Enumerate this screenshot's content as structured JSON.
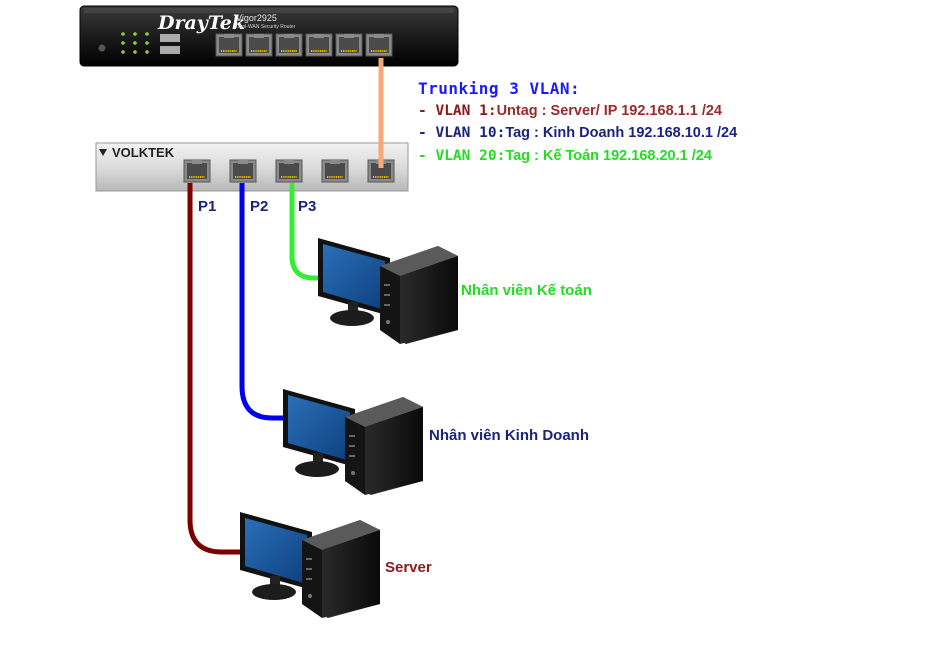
{
  "router": {
    "brand": "DrayTek",
    "model": "Vigor2925",
    "subtitle": "Dual-WAN Security Router"
  },
  "switch": {
    "brand": "VOLKTEK"
  },
  "trunk": {
    "title": "Trunking 3 VLAN:",
    "vlans": [
      {
        "key": "- VLAN 1:",
        "value": "Untag : Server/ IP 192.168.1.1 /24",
        "key_color": "#8b1a1a",
        "value_color": "#9b2a2a"
      },
      {
        "key": "- VLAN 10:",
        "value": "Tag : Kinh Doanh 192.168.10.1 /24",
        "key_color": "#1a237e",
        "value_color": "#1a237e"
      },
      {
        "key": "- VLAN 20:",
        "value": "Tag : Kế Toán 192.168.20.1 /24",
        "key_color": "#22dd22",
        "value_color": "#22dd22"
      }
    ]
  },
  "ports": [
    {
      "label": "P1",
      "color": "#7b0000"
    },
    {
      "label": "P2",
      "color": "#0000ee"
    },
    {
      "label": "P3",
      "color": "#33ee33"
    }
  ],
  "computers": [
    {
      "label": "Nhân viên Kế toán",
      "color": "#22dd22"
    },
    {
      "label": "Nhân viên Kinh Doanh",
      "color": "#1a237e"
    },
    {
      "label": "Server",
      "color": "#8b1a1a"
    }
  ],
  "trunk_cable_color": "#f5a878"
}
